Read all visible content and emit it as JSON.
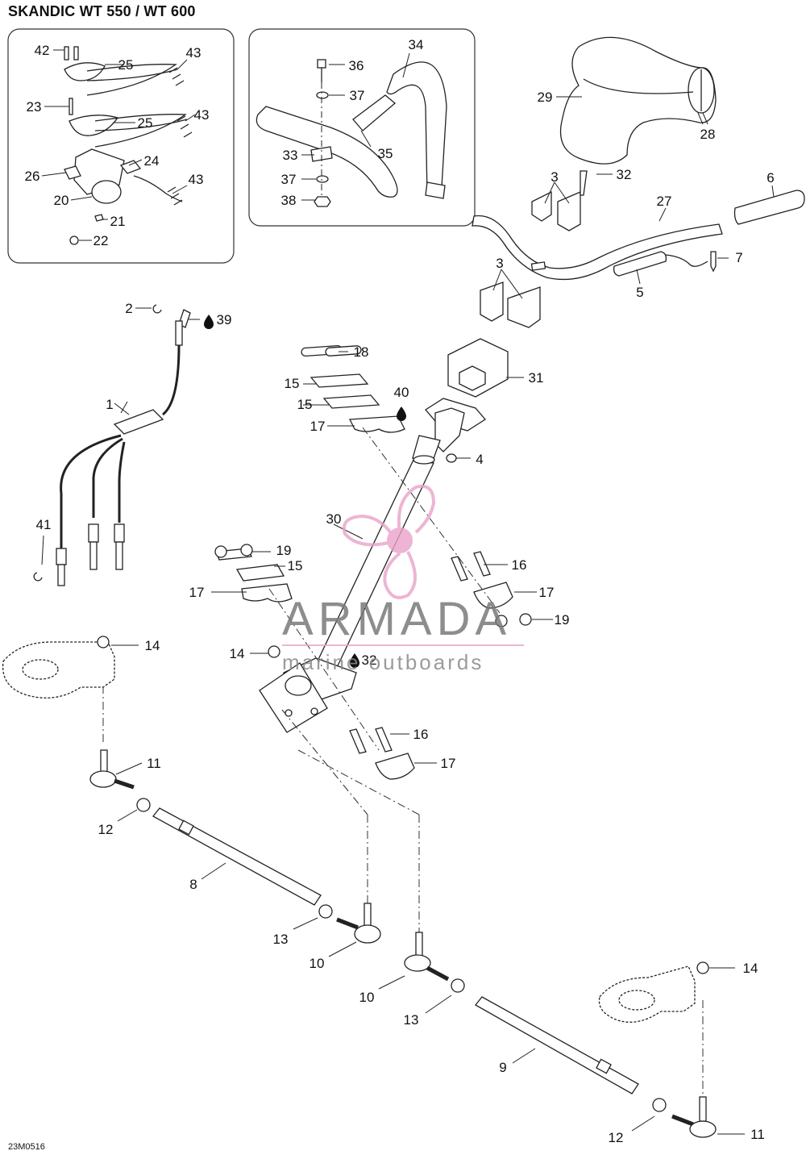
{
  "title": "SKANDIC WT 550 / WT 600",
  "diagram_code": "23M0516",
  "watermark": {
    "name": "ARMADA",
    "tagline": "marine outboards",
    "color": "#e9a3c9"
  },
  "callouts": [
    "42",
    "25",
    "43",
    "23",
    "25",
    "43",
    "24",
    "26",
    "20",
    "43",
    "21",
    "22",
    "36",
    "34",
    "37",
    "33",
    "35",
    "37",
    "38",
    "29",
    "28",
    "3",
    "32",
    "6",
    "27",
    "3",
    "7",
    "5",
    "2",
    "39",
    "18",
    "15",
    "40",
    "31",
    "15",
    "17",
    "1",
    "4",
    "30",
    "41",
    "19",
    "15",
    "16",
    "17",
    "17",
    "19",
    "14",
    "14",
    "32",
    "16",
    "17",
    "11",
    "12",
    "8",
    "13",
    "10",
    "10",
    "13",
    "14",
    "9",
    "12",
    "11"
  ]
}
